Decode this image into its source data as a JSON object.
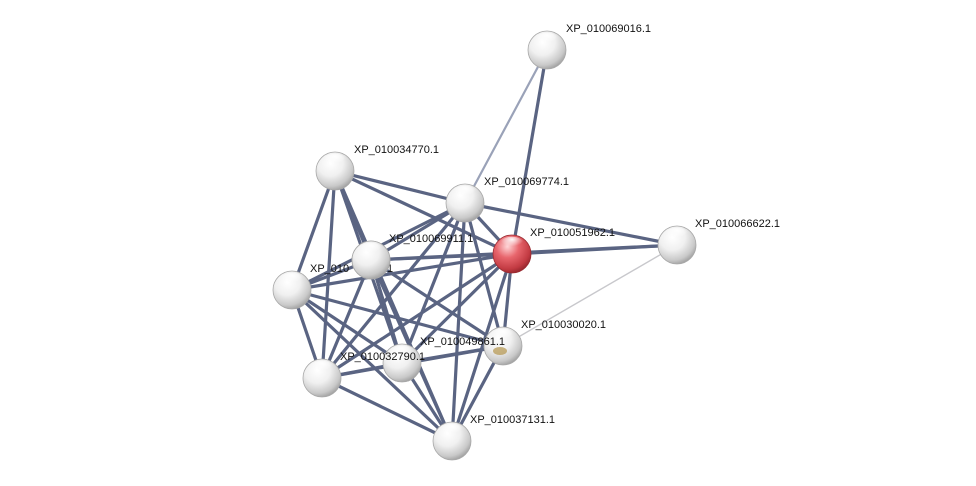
{
  "network": {
    "nodes": [
      {
        "id": "n016",
        "label": "XP_010069016.1",
        "kind": "neighbor",
        "color": "#f2f2f2"
      },
      {
        "id": "n770",
        "label": "XP_010034770.1",
        "kind": "neighbor",
        "color": "#f2f2f2"
      },
      {
        "id": "n774",
        "label": "XP_010069774.1",
        "kind": "neighbor",
        "color": "#f2f2f2"
      },
      {
        "id": "n622",
        "label": "XP_010066622.1",
        "kind": "neighbor",
        "color": "#f2f2f2"
      },
      {
        "id": "n962",
        "label": "XP_010051962.1",
        "kind": "query",
        "color": "#e0525a"
      },
      {
        "id": "n911",
        "label": "XP_010069911.1",
        "kind": "neighbor",
        "color": "#f2f2f2"
      },
      {
        "id": "n0xx",
        "label": "XP_010",
        "label_tail": ".1",
        "kind": "neighbor",
        "color": "#f2f2f2"
      },
      {
        "id": "n020",
        "label": "XP_010030020.1",
        "kind": "neighbor",
        "color": "#f2f2f2"
      },
      {
        "id": "n861",
        "label": "XP_010049861.1",
        "kind": "neighbor-with-structure",
        "color": "#f2f2f2"
      },
      {
        "id": "n790",
        "label": "XP_010032790.1",
        "kind": "neighbor",
        "color": "#f2f2f2"
      },
      {
        "id": "n131",
        "label": "XP_010037131.1",
        "kind": "neighbor",
        "color": "#f2f2f2"
      },
      {
        "id": "nbl",
        "label": "",
        "kind": "neighbor",
        "color": "#f2f2f2"
      }
    ],
    "edges": [
      {
        "source": "n016",
        "target": "n774",
        "strength": "weak"
      },
      {
        "source": "n016",
        "target": "n962",
        "strength": "strong"
      },
      {
        "source": "n770",
        "target": "n774",
        "strength": "strong"
      },
      {
        "source": "n770",
        "target": "n962",
        "strength": "strong"
      },
      {
        "source": "n770",
        "target": "n911",
        "strength": "strong"
      },
      {
        "source": "n770",
        "target": "n0xx",
        "strength": "strong"
      },
      {
        "source": "n770",
        "target": "nbl",
        "strength": "strong"
      },
      {
        "source": "n770",
        "target": "n790",
        "strength": "strong"
      },
      {
        "source": "n770",
        "target": "n131",
        "strength": "strong"
      },
      {
        "source": "n774",
        "target": "n962",
        "strength": "strong"
      },
      {
        "source": "n774",
        "target": "n622",
        "strength": "strong"
      },
      {
        "source": "n774",
        "target": "n911",
        "strength": "strong"
      },
      {
        "source": "n774",
        "target": "n0xx",
        "strength": "strong"
      },
      {
        "source": "n774",
        "target": "n861",
        "strength": "strong"
      },
      {
        "source": "n774",
        "target": "n790",
        "strength": "strong"
      },
      {
        "source": "n774",
        "target": "nbl",
        "strength": "strong"
      },
      {
        "source": "n774",
        "target": "n131",
        "strength": "strong"
      },
      {
        "source": "n962",
        "target": "n622",
        "strength": "strong"
      },
      {
        "source": "n962",
        "target": "n911",
        "strength": "strong"
      },
      {
        "source": "n962",
        "target": "n0xx",
        "strength": "strong"
      },
      {
        "source": "n962",
        "target": "n861",
        "strength": "strong"
      },
      {
        "source": "n962",
        "target": "n790",
        "strength": "strong"
      },
      {
        "source": "n962",
        "target": "nbl",
        "strength": "strong"
      },
      {
        "source": "n962",
        "target": "n131",
        "strength": "strong"
      },
      {
        "source": "n622",
        "target": "n911",
        "strength": "strong"
      },
      {
        "source": "n622",
        "target": "n861",
        "strength": "faint"
      },
      {
        "source": "n911",
        "target": "n0xx",
        "strength": "strong"
      },
      {
        "source": "n911",
        "target": "n861",
        "strength": "strong"
      },
      {
        "source": "n911",
        "target": "n790",
        "strength": "strong"
      },
      {
        "source": "n911",
        "target": "nbl",
        "strength": "strong"
      },
      {
        "source": "n911",
        "target": "n131",
        "strength": "strong"
      },
      {
        "source": "n0xx",
        "target": "n861",
        "strength": "strong"
      },
      {
        "source": "n0xx",
        "target": "n790",
        "strength": "strong"
      },
      {
        "source": "n0xx",
        "target": "nbl",
        "strength": "strong"
      },
      {
        "source": "n0xx",
        "target": "n131",
        "strength": "strong"
      },
      {
        "source": "n861",
        "target": "n790",
        "strength": "strong"
      },
      {
        "source": "n861",
        "target": "nbl",
        "strength": "strong"
      },
      {
        "source": "n861",
        "target": "n131",
        "strength": "strong"
      },
      {
        "source": "n790",
        "target": "nbl",
        "strength": "strong"
      },
      {
        "source": "n790",
        "target": "n131",
        "strength": "strong"
      },
      {
        "source": "nbl",
        "target": "n131",
        "strength": "strong"
      }
    ],
    "edge_colors": {
      "strong": "#5a6482",
      "weak": "#9aa2b8",
      "faint": "#c8c8cc"
    }
  }
}
